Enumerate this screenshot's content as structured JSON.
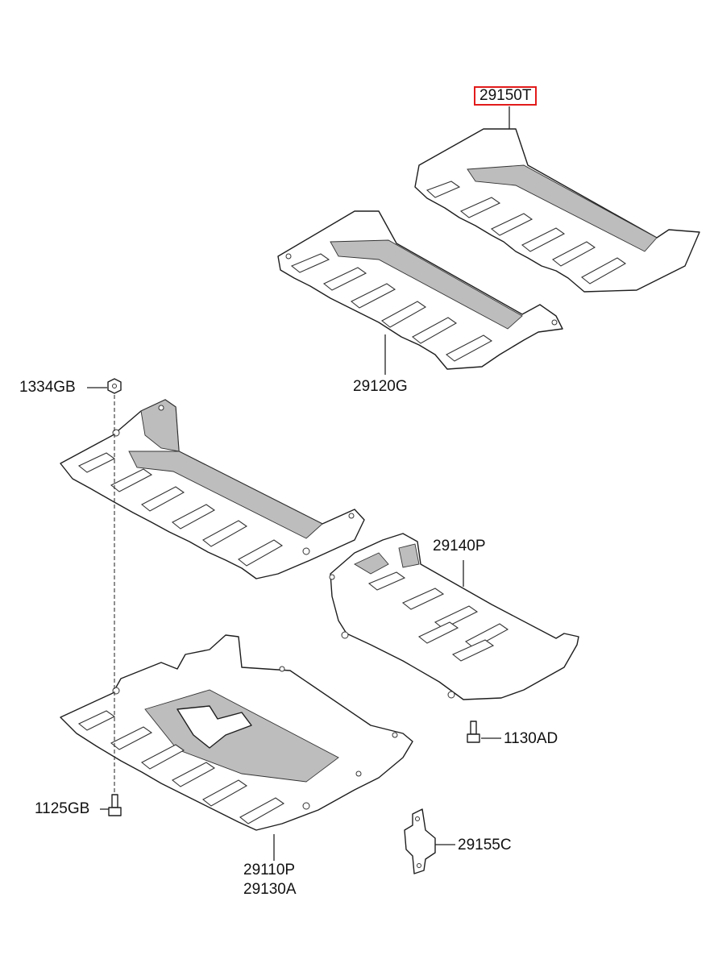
{
  "labels": {
    "top_shield": "29150T",
    "mid_shield": "29120G",
    "nut": "1334GB",
    "trans_cover": "29140P",
    "screw_right": "1130AD",
    "bolt_left": "1125GB",
    "bracket": "29155C",
    "front_cover_a": "29110P",
    "front_cover_b": "29130A"
  },
  "highlight_color": "#e21b1b"
}
